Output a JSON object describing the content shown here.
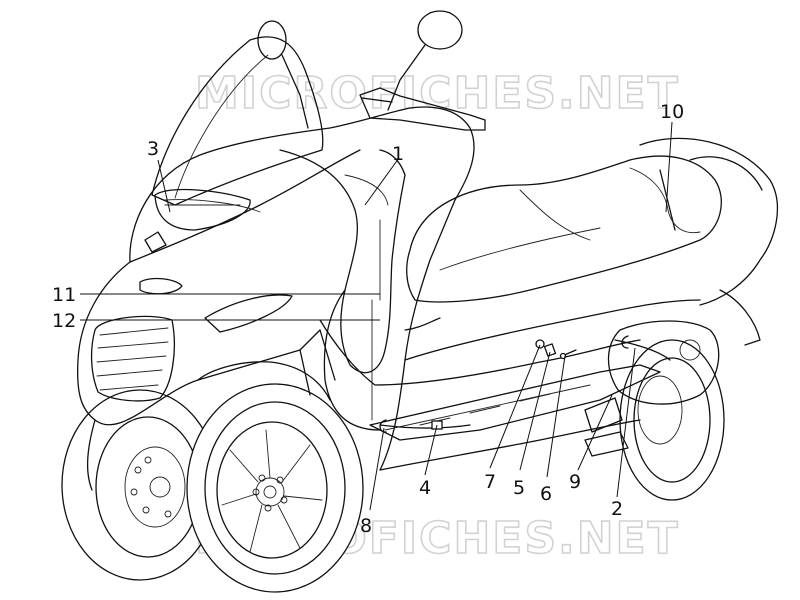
{
  "watermark": {
    "top": "MICROFICHES.NET",
    "bottom": "MICROFICHES.NET"
  },
  "callouts": [
    {
      "id": "1",
      "label": "1"
    },
    {
      "id": "2",
      "label": "2"
    },
    {
      "id": "3",
      "label": "3"
    },
    {
      "id": "4",
      "label": "4"
    },
    {
      "id": "5",
      "label": "5"
    },
    {
      "id": "6",
      "label": "6"
    },
    {
      "id": "7",
      "label": "7"
    },
    {
      "id": "8",
      "label": "8"
    },
    {
      "id": "9",
      "label": "9"
    },
    {
      "id": "10",
      "label": "10"
    },
    {
      "id": "11",
      "label": "11"
    },
    {
      "id": "12",
      "label": "12"
    }
  ]
}
